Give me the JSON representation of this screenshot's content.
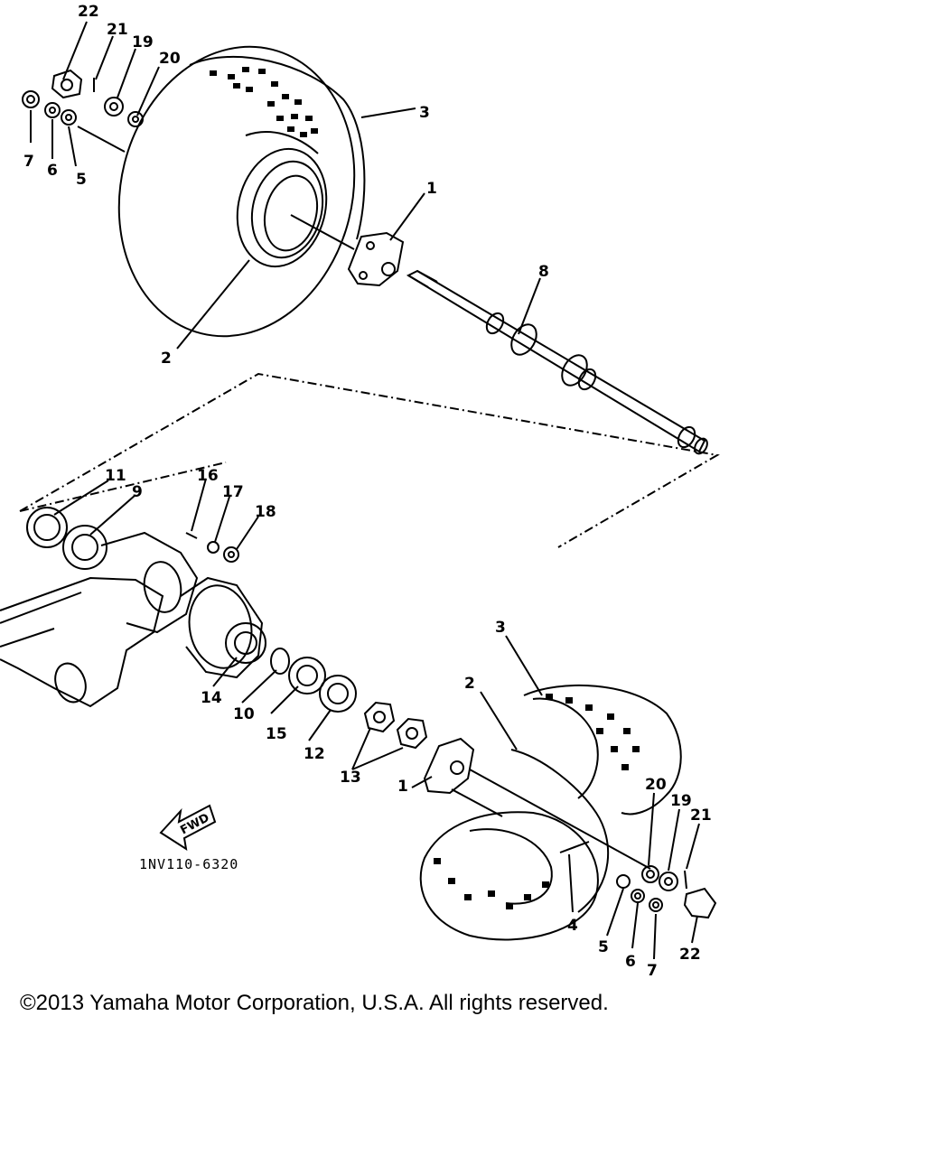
{
  "diagram": {
    "code": "1NV110-6320",
    "fwd_label": "FWD",
    "callouts": [
      "1",
      "2",
      "3",
      "4",
      "5",
      "6",
      "7",
      "8",
      "9",
      "10",
      "11",
      "12",
      "13",
      "14",
      "15",
      "16",
      "17",
      "18",
      "19",
      "20",
      "21",
      "22"
    ]
  },
  "copyright": "©2013 Yamaha Motor Corporation, U.S.A. All rights reserved."
}
